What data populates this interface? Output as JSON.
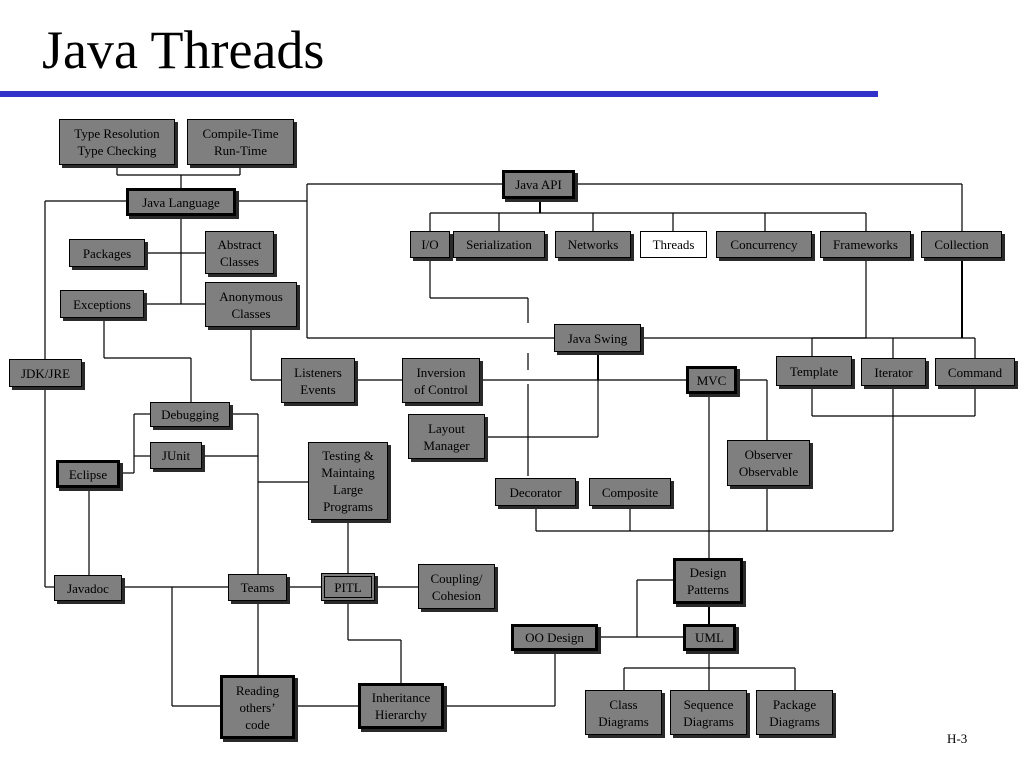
{
  "title": "Java Threads",
  "page_number": "H-3",
  "nodes": {
    "type_resolution": "Type Resolution\nType Checking",
    "compile_time": "Compile-Time\nRun-Time",
    "java_language": "Java Language",
    "java_api": "Java API",
    "packages": "Packages",
    "abstract_classes": "Abstract\nClasses",
    "exceptions": "Exceptions",
    "anonymous_classes": "Anonymous\nClasses",
    "io": "I/O",
    "serialization": "Serialization",
    "networks": "Networks",
    "threads": "Threads",
    "concurrency": "Concurrency",
    "frameworks": "Frameworks",
    "collection": "Collection",
    "java_swing": "Java Swing",
    "jdk_jre": "JDK/JRE",
    "listeners_events": "Listeners\nEvents",
    "inversion_of_control": "Inversion\nof Control",
    "mvc": "MVC",
    "template": "Template",
    "iterator": "Iterator",
    "command": "Command",
    "debugging": "Debugging",
    "layout_manager": "Layout\nManager",
    "junit": "JUnit",
    "eclipse": "Eclipse",
    "testing": "Testing &\nMaintaing\nLarge\nPrograms",
    "observer": "Observer\nObservable",
    "decorator": "Decorator",
    "composite": "Composite",
    "javadoc": "Javadoc",
    "teams": "Teams",
    "pitl": "PITL",
    "coupling_cohesion": "Coupling/\nCohesion",
    "design_patterns": "Design\nPatterns",
    "oo_design": "OO Design",
    "uml": "UML",
    "reading_code": "Reading\nothers’\ncode",
    "inheritance_hierarchy": "Inheritance\nHierarchy",
    "class_diagrams": "Class\nDiagrams",
    "sequence_diagrams": "Sequence\nDiagrams",
    "package_diagrams": "Package\nDiagrams"
  },
  "colors": {
    "title_rule": "#3232c8",
    "node_fill": "#7f7f7f",
    "highlight_fill": "#ffffff"
  }
}
